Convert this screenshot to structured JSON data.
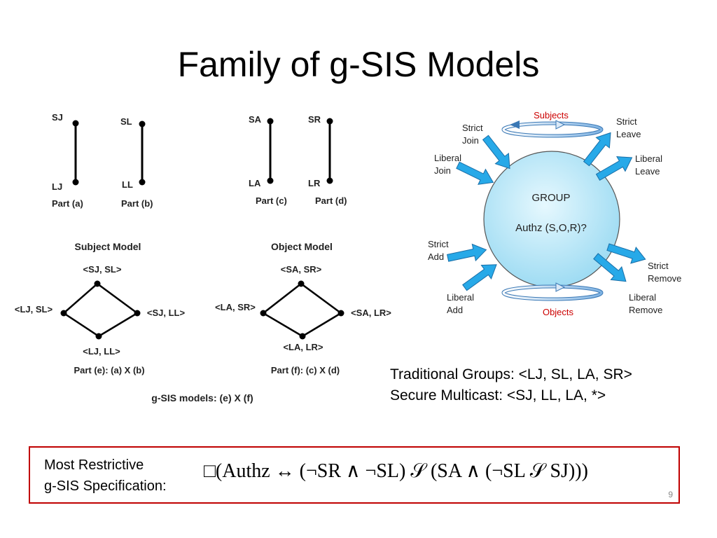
{
  "slide": {
    "title": "Family of g-SIS Models",
    "page_number": "9"
  },
  "parts": {
    "a": {
      "top": "SJ",
      "bottom": "LJ",
      "caption": "Part (a)"
    },
    "b": {
      "top": "SL",
      "bottom": "LL",
      "caption": "Part (b)"
    },
    "c": {
      "top": "SA",
      "bottom": "LA",
      "caption": "Part (c)"
    },
    "d": {
      "top": "SR",
      "bottom": "LR",
      "caption": "Part (d)"
    }
  },
  "subject_model": {
    "title": "Subject Model",
    "top": "<SJ, SL>",
    "left": "<LJ, SL>",
    "right": "<SJ, LL>",
    "bottom": "<LJ, LL>",
    "caption": "Part (e): (a) X (b)"
  },
  "object_model": {
    "title": "Object Model",
    "top": "<SA, SR>",
    "left": "<LA, SR>",
    "right": "<SA, LR>",
    "bottom": "<LA, LR>",
    "caption": "Part (f): (c) X (d)"
  },
  "gsis_caption": "g-SIS models: (e) X (f)",
  "group_diagram": {
    "subjects": "Subjects",
    "objects": "Objects",
    "group": "GROUP",
    "authz": "Authz (S,O,R)?",
    "strict_join": [
      "Strict",
      "Join"
    ],
    "liberal_join": [
      "Liberal",
      "Join"
    ],
    "strict_leave": [
      "Strict",
      "Leave"
    ],
    "liberal_leave": [
      "Liberal",
      "Leave"
    ],
    "strict_add": [
      "Strict",
      "Add"
    ],
    "liberal_add": [
      "Liberal",
      "Add"
    ],
    "strict_remove": [
      "Strict",
      "Remove"
    ],
    "liberal_remove": [
      "Liberal",
      "Remove"
    ],
    "colors": {
      "arrow": "#27a9e8",
      "arrow_stroke": "#1a6fa8",
      "circle": "#b9e9f8",
      "red_label": "#cc0000"
    }
  },
  "traditional": {
    "line1": "Traditional Groups: <LJ, SL, LA, SR>",
    "line2": "Secure Multicast: <SJ, LL, LA, *>"
  },
  "spec": {
    "label_line1": "Most Restrictive",
    "label_line2": "g-SIS Specification:",
    "formula": "□(Authz ↔ (¬SR ∧ ¬SL) 𝒮 (SA ∧ (¬SL 𝒮 SJ)))",
    "border_color": "#c00000"
  }
}
